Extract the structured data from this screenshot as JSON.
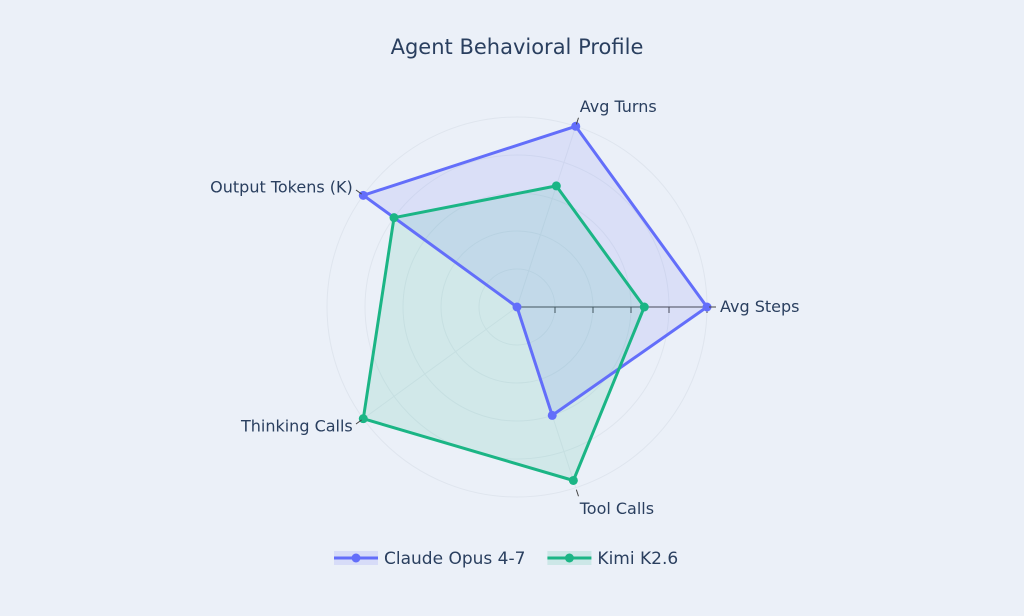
{
  "chart_data": {
    "type": "radar",
    "title": "Agent Behavioral Profile",
    "categories": [
      "Avg Steps",
      "Avg Turns",
      "Output Tokens (K)",
      "Thinking Calls",
      "Tool Calls"
    ],
    "radial_range": [
      0,
      1
    ],
    "legend_position": "bottom-center",
    "series": [
      {
        "name": "Claude Opus 4-7",
        "color": "#636efa",
        "values": [
          1.0,
          1.0,
          1.0,
          0.0,
          0.6
        ]
      },
      {
        "name": "Kimi K2.6",
        "color": "#1bb585",
        "values": [
          0.67,
          0.67,
          0.8,
          1.0,
          0.96
        ]
      }
    ]
  }
}
